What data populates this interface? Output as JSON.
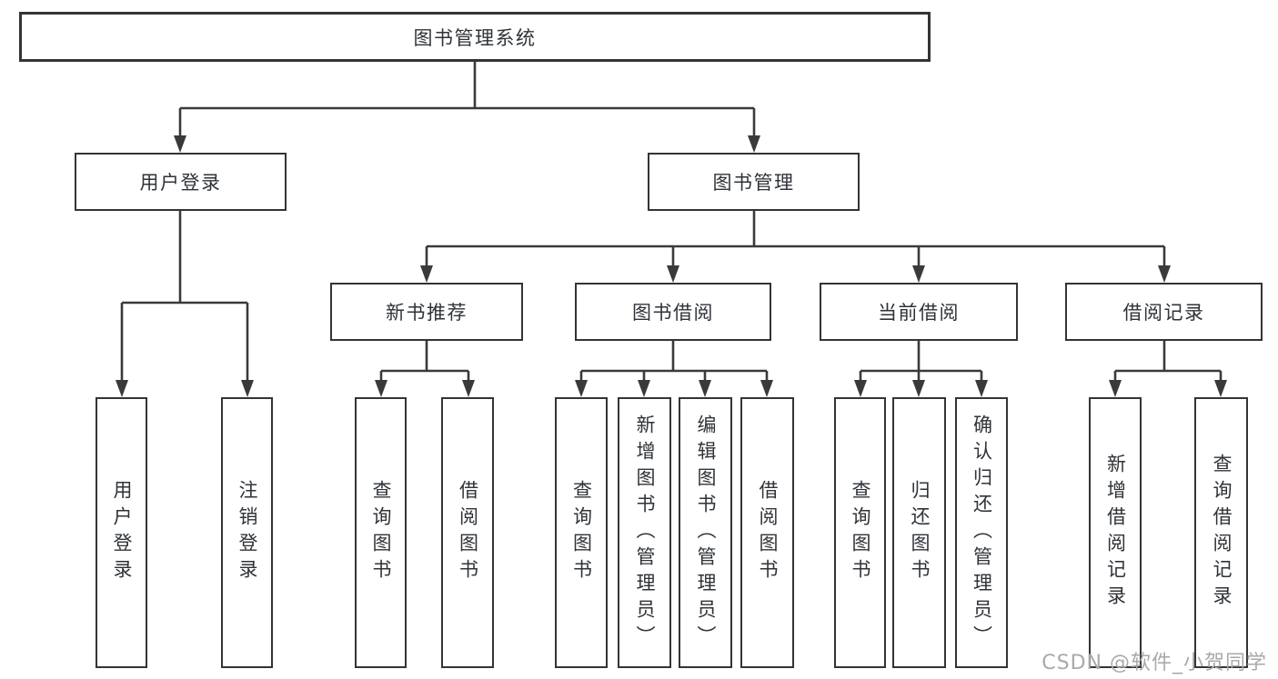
{
  "diagram": {
    "root": {
      "label": "图书管理系统"
    },
    "branches": [
      {
        "label": "用户登录",
        "children": [
          {
            "label": "用户登录"
          },
          {
            "label": "注销登录"
          }
        ]
      },
      {
        "label": "图书管理",
        "children": [
          {
            "label": "新书推荐",
            "children": [
              {
                "label": "查询图书"
              },
              {
                "label": "借阅图书"
              }
            ]
          },
          {
            "label": "图书借阅",
            "children": [
              {
                "label": "查询图书"
              },
              {
                "label": "新增图书（管理员）"
              },
              {
                "label": "编辑图书（管理员）"
              },
              {
                "label": "借阅图书"
              }
            ]
          },
          {
            "label": "当前借阅",
            "children": [
              {
                "label": "查询图书"
              },
              {
                "label": "归还图书"
              },
              {
                "label": "确认归还（管理员）"
              }
            ]
          },
          {
            "label": "借阅记录",
            "children": [
              {
                "label": "新增借阅记录"
              },
              {
                "label": "查询借阅记录"
              }
            ]
          }
        ]
      }
    ]
  },
  "watermark": {
    "text": "CSDN @软件_小贺同学"
  },
  "colors": {
    "line": "#3a3a3a",
    "border": "#343434",
    "text": "#2f3338",
    "watermark": "#a9a9a9",
    "background": "#ffffff"
  }
}
